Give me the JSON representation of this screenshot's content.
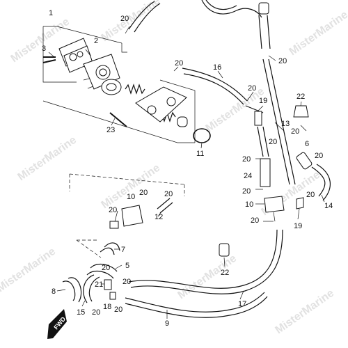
{
  "watermark": "MisterMarine",
  "badge": "FWD",
  "callouts": {
    "c1": "1",
    "c2": "2",
    "c3": "3",
    "c5": "5",
    "c6": "6",
    "c7": "7",
    "c8": "8",
    "c9": "9",
    "c10a": "10",
    "c10b": "10",
    "c11": "11",
    "c12": "12",
    "c13": "13",
    "c14": "14",
    "c15": "15",
    "c16": "16",
    "c17": "17",
    "c18": "18",
    "c19a": "19",
    "c19b": "19",
    "c20_1": "20",
    "c20_2": "20",
    "c20_3": "20",
    "c20_4": "20",
    "c20_5": "20",
    "c20_6": "20",
    "c20_7": "20",
    "c20_8": "20",
    "c20_9": "20",
    "c20_10": "20",
    "c20_11": "20",
    "c20_12": "20",
    "c20_13": "20",
    "c20_14": "20",
    "c20_15": "20",
    "c20_16": "20",
    "c20_17": "20",
    "c20_18": "20",
    "c21": "21",
    "c22a": "22",
    "c22b": "22",
    "c23": "23",
    "c24": "24"
  }
}
